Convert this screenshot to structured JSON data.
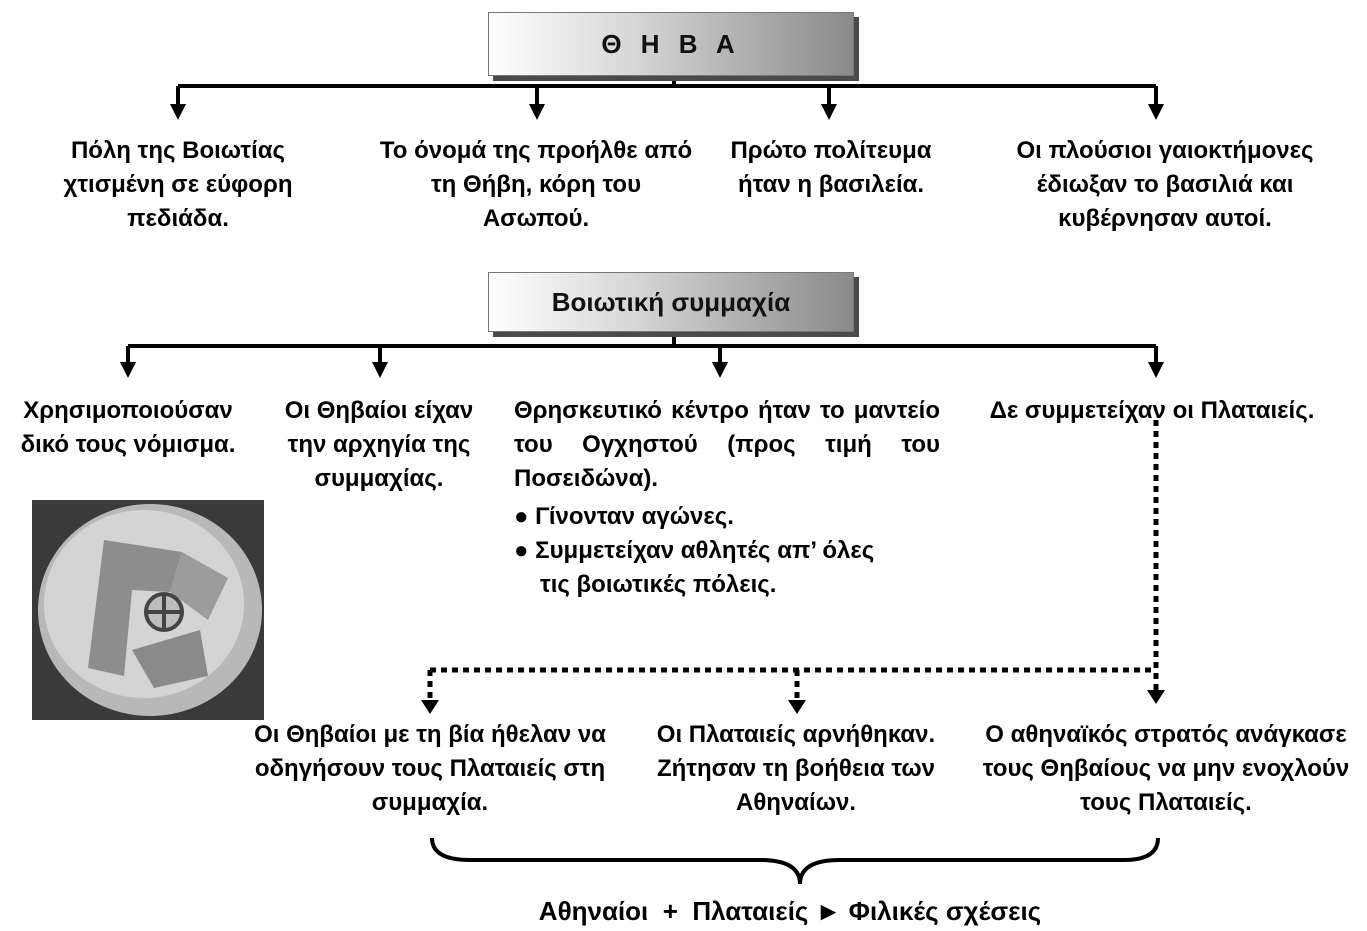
{
  "top": {
    "title": "Θ Η Β Α",
    "facts": [
      "Πόλη της Βοιωτίας χτισμένη σε εύφορη πεδιάδα.",
      "Το όνομά της προήλθε από τη Θήβη, κόρη του Ασωπού.",
      "Πρώτο πολίτευμα ήταν η βασιλεία.",
      "Οι πλούσιοι γαιοκτήμονες έδιωξαν το βασιλιά και κυβέρνησαν αυτοί."
    ]
  },
  "league": {
    "title": "Βοιωτική συμμαχία",
    "facts": [
      "Χρησιμοποιούσαν δικό τους νόμισμα.",
      "Οι Θηβαίοι είχαν την αρχηγία της συμμαχίας.",
      "Θρησκευτικό κέντρο ήταν το μαντείο του Ογχηστού (προς τιμή του Ποσειδώνα).",
      "Δε συμμετείχαν οι Πλαταιείς."
    ],
    "bullets": [
      "● Γίνονταν αγώνες.",
      "● Συμμετείχαν αθλητές απ’ όλες",
      "τις βοιωτικές πόλεις."
    ]
  },
  "plataea": {
    "events": [
      "Οι Θηβαίοι με τη βία ήθελαν να οδηγήσουν τους Πλαταιείς στη συμμαχία.",
      "Οι Πλαταιείς αρνήθηκαν. Ζήτησαν τη βοήθεια των Αθηναίων.",
      "Ο αθηναϊκός στρατός ανάγκασε τους Θηβαίους να μην ενοχλούν τους Πλαταιείς."
    ],
    "conclusion": "Αθηναίοι  +  Πλαταιείς ► Φιλικές σχέσεις"
  }
}
